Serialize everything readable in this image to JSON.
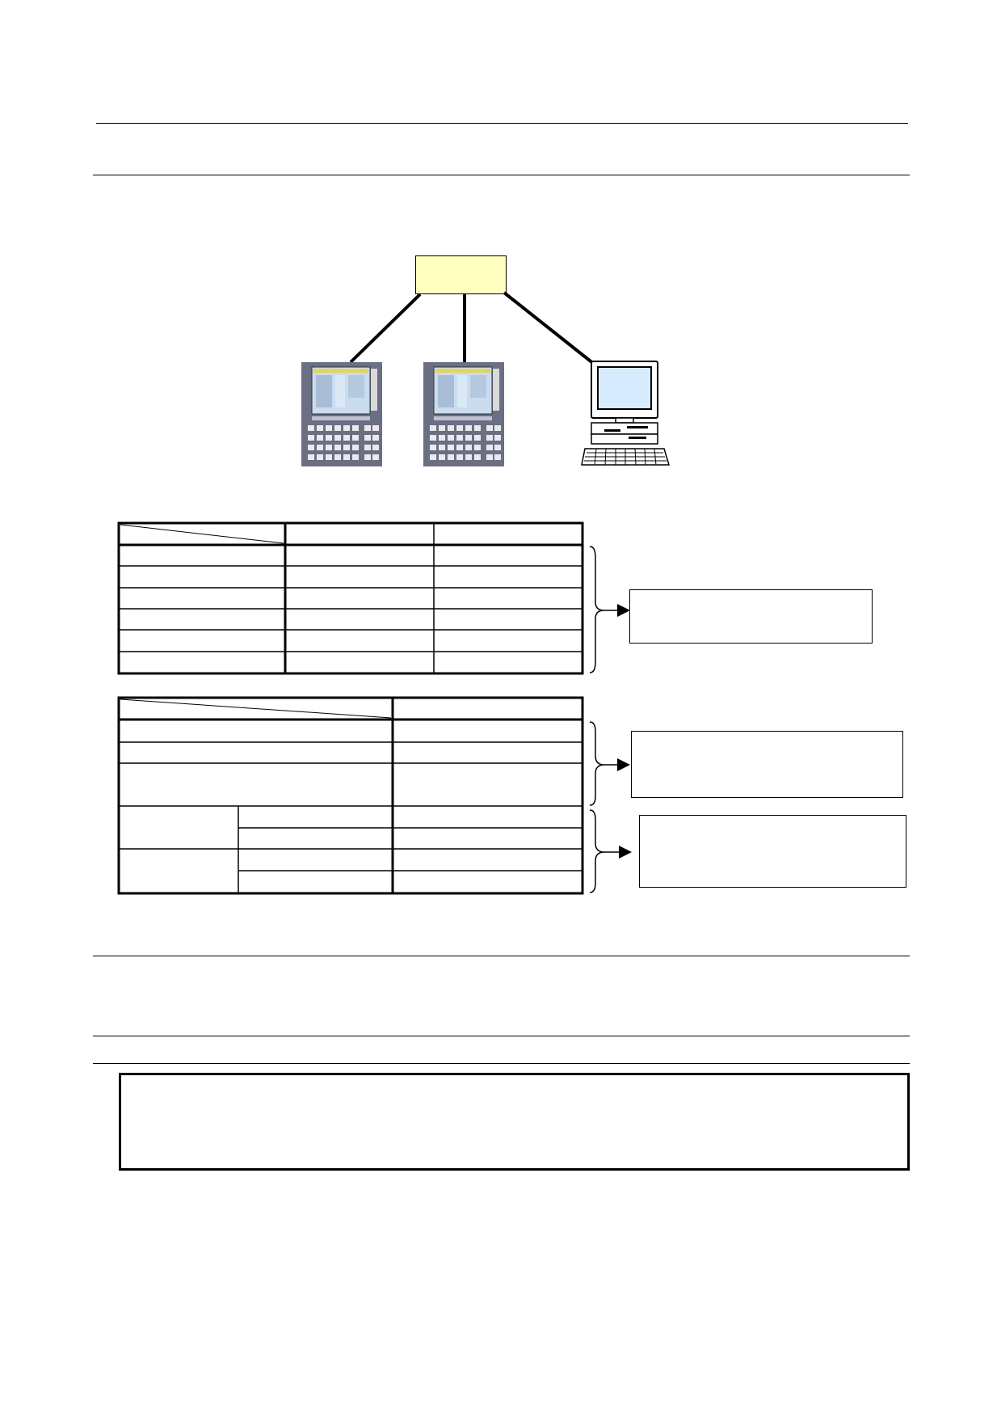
{
  "page": {
    "background": "#ffffff"
  },
  "diagram": {
    "hub_color": "#ffffc0",
    "devices": [
      {
        "icon": "cnc-panel-icon"
      },
      {
        "icon": "cnc-panel-icon"
      },
      {
        "icon": "desktop-computer-icon"
      }
    ]
  },
  "table1": {
    "rows": 6,
    "cols": 3
  },
  "table2": {
    "rows": 7,
    "cols": 2
  },
  "colors": {
    "line": "#000000",
    "panel": "#6b6f84",
    "screen": "#c9dcf0",
    "monitor": "#d7ecff"
  }
}
